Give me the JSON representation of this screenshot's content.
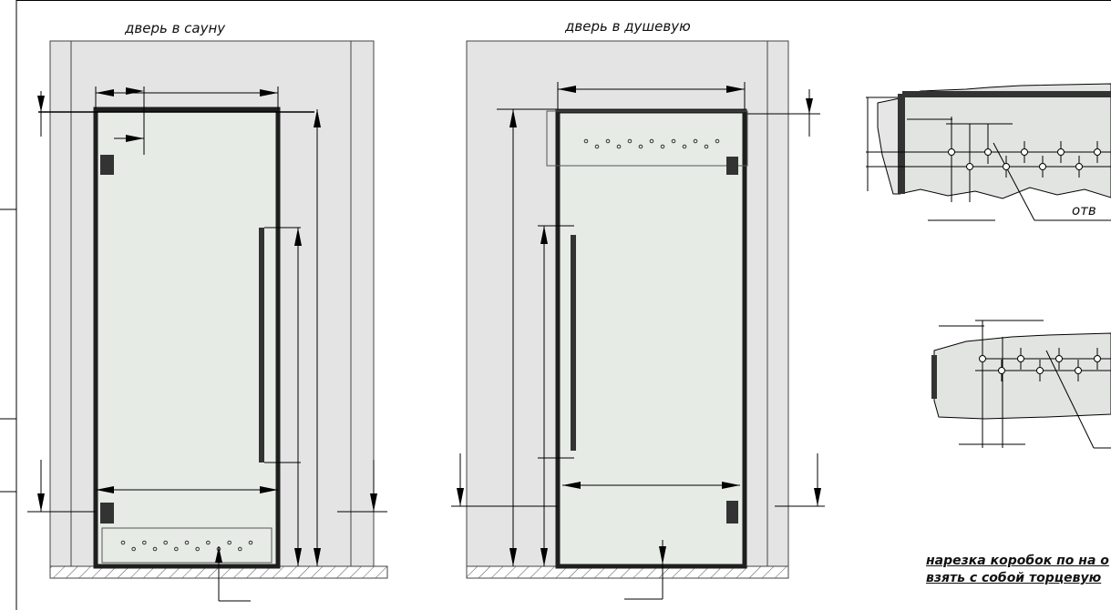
{
  "drawing": {
    "sauna_door_title": "дверь в сауну",
    "shower_door_title": "дверь в душевую",
    "hole_label": "отв",
    "notes": [
      "нарезка коробок по на о",
      "взять с собой торцевую"
    ],
    "colors": {
      "wall": "#e4e4e4",
      "glass": "#e6ebe6",
      "frame": "#1e1e1e",
      "line": "#000000"
    }
  }
}
